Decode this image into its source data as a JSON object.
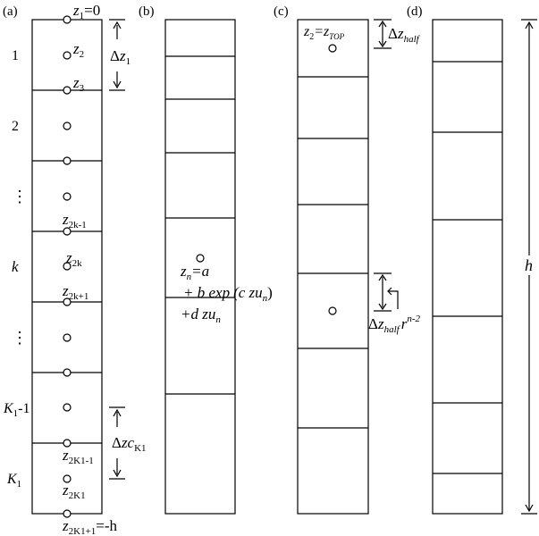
{
  "panels": {
    "a": {
      "label": "(a)",
      "layer_labels": {
        "l1": "1",
        "l2": "2",
        "vdots1": "⋮",
        "lk": "k",
        "vdots2": "⋮",
        "lK1m1_K": "K",
        "lK1m1_sub": "1",
        "lK1m1_tail": "-1",
        "lK1_K": "K",
        "lK1_sub": "1"
      },
      "z_labels": {
        "z1_base": "z",
        "z1_sub": "1",
        "z1_tail": "=0",
        "z2_base": "z",
        "z2_sub": "2",
        "z3_base": "z",
        "z3_sub": "3",
        "z2km1_base": "z",
        "z2km1_sub": "2k-1",
        "z2k_base": "z",
        "z2k_sub": "2k",
        "z2kp1_base": "z",
        "z2kp1_sub": "2k+1",
        "z2K1m1_base": "z",
        "z2K1m1_sub": "2K1-1",
        "z2K1_base": "z",
        "z2K1_sub": "2K1",
        "z2K1p1_base": "z",
        "z2K1p1_sub": "2K1+1",
        "z2K1p1_tail": "=-h"
      },
      "dz1_delta": "Δ",
      "dz1_z": "z",
      "dz1_sub": "1",
      "dzc_delta": "Δ",
      "dzc_zc": "zc",
      "dzc_sub": "K1"
    },
    "b": {
      "label": "(b)",
      "eq1_base": "z",
      "eq1_sub": "n",
      "eq1_rest": "=a",
      "eq2": "+ b exp",
      "eq2_paren": "(c zu",
      "eq2_sub": "n",
      "eq2_close": ")",
      "eq3": "+d zu",
      "eq3_sub": "n"
    },
    "c": {
      "label": "(c)",
      "ztop_base": "z",
      "ztop_sub": "2",
      "ztop_eq": "=z",
      "ztop_sub2": "TOP",
      "dzhalf_delta": "Δ",
      "dzhalf_z": "z",
      "dzhalf_sub": "half",
      "dzr_delta": "Δ",
      "dzr_z": "z",
      "dzr_sub": "half",
      "dzr_r": "r",
      "dzr_sup": "n-2"
    },
    "d": {
      "label": "(d)",
      "h_label": "h"
    }
  }
}
